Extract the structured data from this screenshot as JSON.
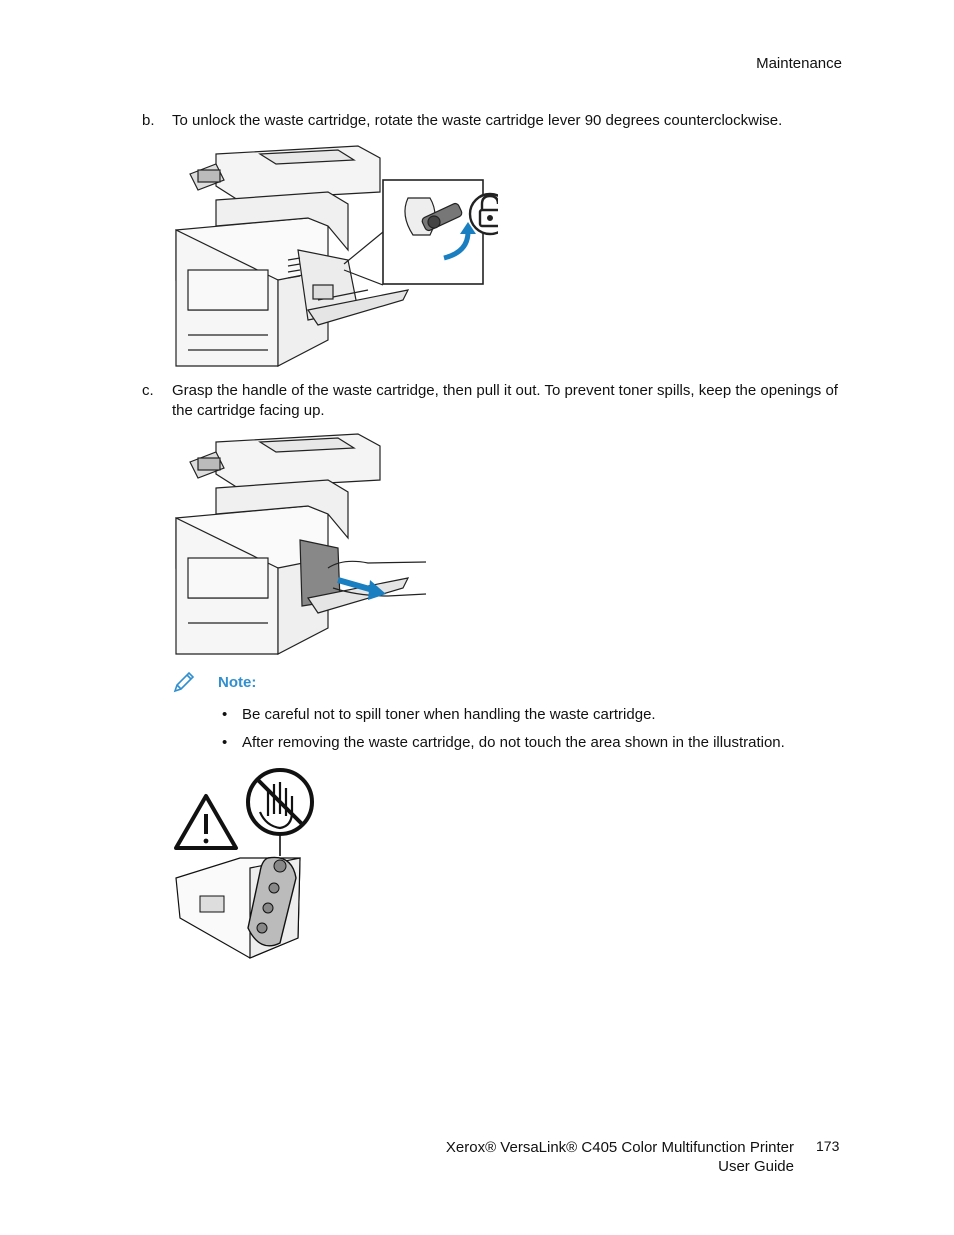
{
  "header": {
    "section": "Maintenance"
  },
  "steps": [
    {
      "marker": "b.",
      "text": "To unlock the waste cartridge, rotate the waste cartridge lever 90 degrees counterclockwise."
    },
    {
      "marker": "c.",
      "text": "Grasp the handle of the waste cartridge, then pull it out. To prevent toner spills, keep the openings of the cartridge facing up."
    }
  ],
  "note": {
    "label": "Note:",
    "bullets": [
      "Be careful not to spill toner when handling the waste cartridge.",
      "After removing the waste cartridge, do not touch the area shown in the illustration."
    ]
  },
  "footer": {
    "line1": "Xerox® VersaLink® C405 Color Multifunction Printer",
    "line2": "User Guide",
    "page": "173"
  },
  "colors": {
    "accent": "#2f8fd0",
    "arrow": "#1a7fc1"
  }
}
